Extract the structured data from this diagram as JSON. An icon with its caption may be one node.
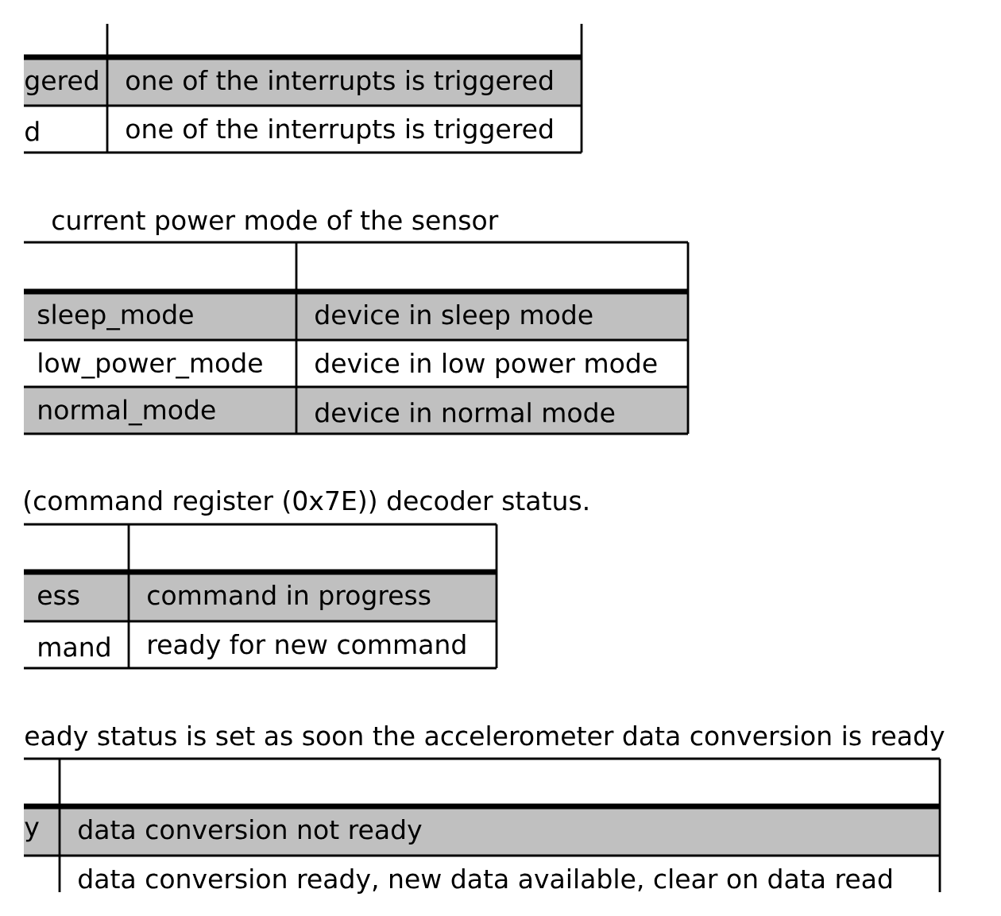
{
  "diagram": {
    "labels": [
      "gered",
      "one of the interrupts is triggered",
      "d",
      "one of the interrupts is triggered",
      "current power mode of the sensor",
      "sleep_mode",
      "device in sleep mode",
      "low_power_mode",
      "device in low power mode",
      "normal_mode",
      "device in normal mode",
      "(command register (0x7E)) decoder status.",
      "ess",
      "command in progress",
      "mand",
      "ready for new command",
      "eady status is set as soon the accelerometer data conversion is ready",
      "y",
      "data conversion not ready",
      "data conversion ready, new data available, clear on data read"
    ]
  }
}
